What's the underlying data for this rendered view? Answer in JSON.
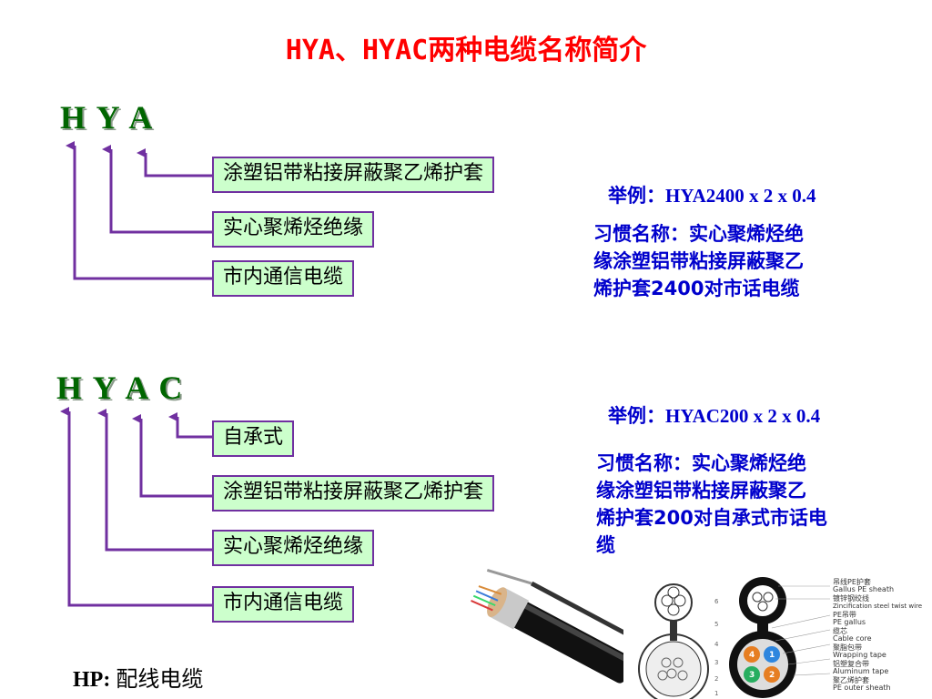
{
  "slide": {
    "title": "HYA、HYAC两种电缆名称简介"
  },
  "hya": {
    "code": "H Y A",
    "boxes": [
      "涂塑铝带粘接屏蔽聚乙烯护套",
      "实心聚烯烃绝缘",
      "市内通信电缆"
    ],
    "example_label": "举例：",
    "example_value": "HYA2400 x 2 x 0.4",
    "name_line1": "习惯名称：实心聚烯烃绝",
    "name_line2": "缘涂塑铝带粘接屏蔽聚乙",
    "name_line3": "烯护套2400对市话电缆"
  },
  "hyac": {
    "code": "H Y A C",
    "boxes": [
      "自承式",
      "涂塑铝带粘接屏蔽聚乙烯护套",
      "实心聚烯烃绝缘",
      "市内通信电缆"
    ],
    "example_label": "举例：",
    "example_value": "HYAC200 x 2 x 0.4",
    "name_line1": "习惯名称：实心聚烯烃绝",
    "name_line2": "缘涂塑铝带粘接屏蔽聚乙",
    "name_line3": "烯护套200对自承式市话电",
    "name_line4": "缆"
  },
  "footer": {
    "hp_label": "HP:",
    "hp_text": "配线电缆"
  },
  "diagram": {
    "labels": [
      "吊线PE护套",
      "Gallus PE sheath",
      "镀锌钢绞线",
      "Zincification steel twist wire",
      "PE吊带",
      "PE gallus",
      "缆芯",
      "Cable core",
      "聚脂包带",
      "Wrapping tape",
      "铝塑复合带",
      "Aluminum tape",
      "聚乙烯护套",
      "PE outer sheath"
    ],
    "numbers": [
      "1",
      "2",
      "3",
      "4",
      "5",
      "6"
    ]
  },
  "colors": {
    "title": "#ff0000",
    "code": "#006600",
    "box_fill": "#ccffcc",
    "box_border": "#7030a0",
    "connector": "#7030a0",
    "example_text": "#0000cc"
  }
}
